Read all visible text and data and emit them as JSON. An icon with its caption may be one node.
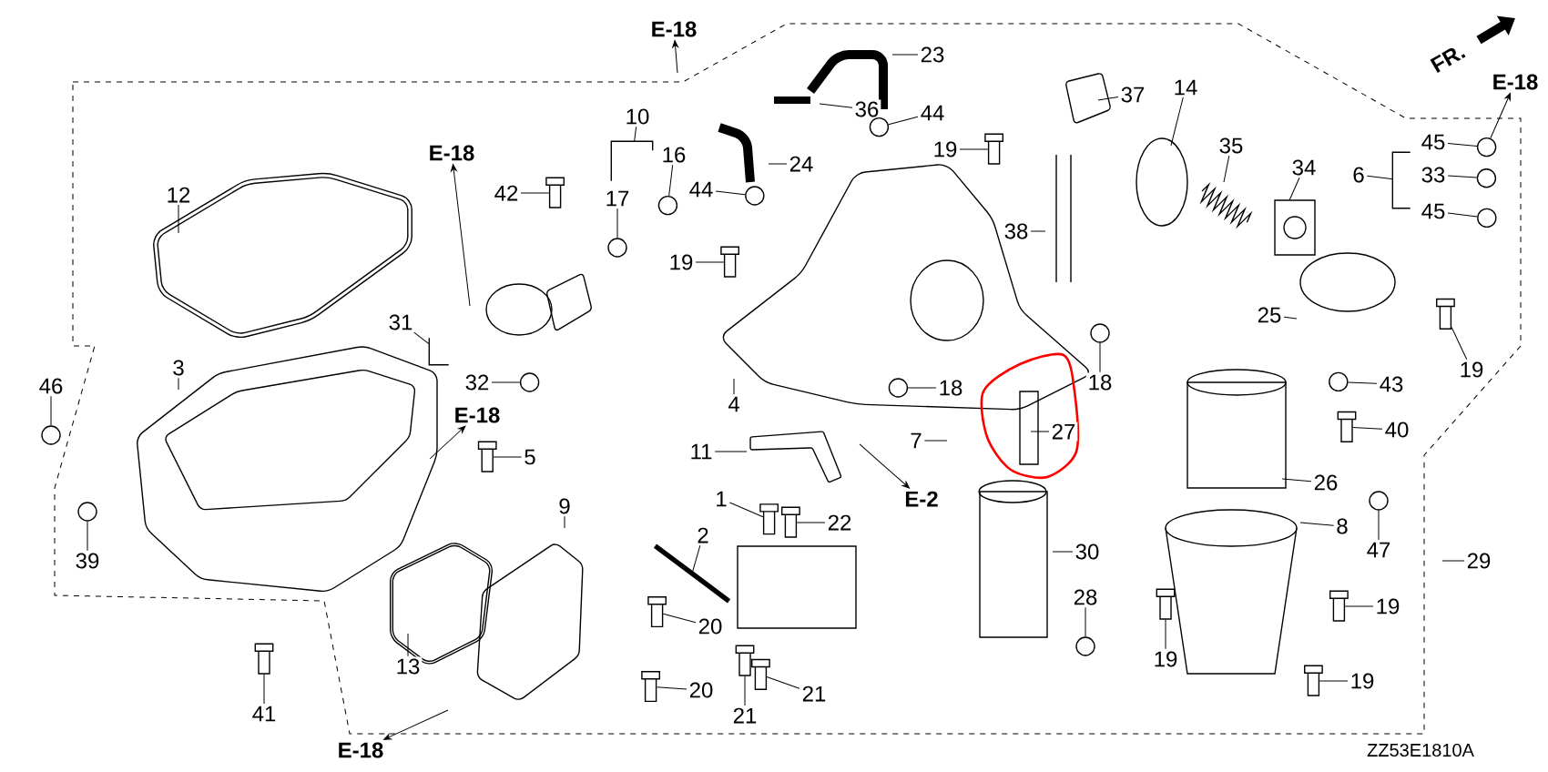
{
  "diagram": {
    "nodes": [
      {
        "text": [
          "E-18"
        ]
      },
      {
        "text": [
          "23"
        ]
      },
      {
        "text": [
          "36"
        ]
      },
      {
        "text": [
          "44"
        ]
      },
      {
        "text": [
          "37"
        ]
      },
      {
        "text": [
          "14"
        ]
      },
      {
        "text": [
          "E-18"
        ]
      },
      {
        "text": [
          "10"
        ]
      },
      {
        "text": [
          "35"
        ]
      },
      {
        "text": [
          "19"
        ]
      },
      {
        "text": [
          "24"
        ]
      },
      {
        "text": [
          "E-18"
        ]
      },
      {
        "text": [
          "34"
        ]
      },
      {
        "text": [
          "45"
        ]
      },
      {
        "text": [
          "6"
        ]
      },
      {
        "text": [
          "33"
        ]
      },
      {
        "text": [
          "16"
        ]
      },
      {
        "text": [
          "12"
        ]
      },
      {
        "text": [
          "42"
        ]
      },
      {
        "text": [
          "17"
        ]
      },
      {
        "text": [
          "44"
        ]
      },
      {
        "text": [
          "45"
        ]
      },
      {
        "text": [
          "38"
        ]
      },
      {
        "text": [
          "19"
        ]
      },
      {
        "text": [
          "25"
        ]
      },
      {
        "text": [
          "31"
        ]
      },
      {
        "text": [
          "19"
        ]
      },
      {
        "text": [
          "3"
        ]
      },
      {
        "text": [
          "32"
        ]
      },
      {
        "text": [
          "46"
        ]
      },
      {
        "text": [
          "43"
        ]
      },
      {
        "text": [
          "18"
        ]
      },
      {
        "text": [
          "18"
        ]
      },
      {
        "text": [
          "4"
        ]
      },
      {
        "text": [
          "E-18"
        ]
      },
      {
        "text": [
          "27"
        ]
      },
      {
        "text": [
          "40"
        ]
      },
      {
        "text": [
          "7"
        ]
      },
      {
        "text": [
          "11"
        ]
      },
      {
        "text": [
          "5"
        ]
      },
      {
        "text": [
          "26"
        ]
      },
      {
        "text": [
          "E-2"
        ]
      },
      {
        "text": [
          "1"
        ]
      },
      {
        "text": [
          "9"
        ]
      },
      {
        "text": [
          "8"
        ]
      },
      {
        "text": [
          "22"
        ]
      },
      {
        "text": [
          "2"
        ]
      },
      {
        "text": [
          "47"
        ]
      },
      {
        "text": [
          "30"
        ]
      },
      {
        "text": [
          "39"
        ]
      },
      {
        "text": [
          "29"
        ]
      },
      {
        "text": [
          "28"
        ]
      },
      {
        "text": [
          "19"
        ]
      },
      {
        "text": [
          "20"
        ]
      },
      {
        "text": [
          "19"
        ]
      },
      {
        "text": [
          "13"
        ]
      },
      {
        "text": [
          "19"
        ]
      },
      {
        "text": [
          "20"
        ]
      },
      {
        "text": [
          "21"
        ]
      },
      {
        "text": [
          "41"
        ]
      },
      {
        "text": [
          "21"
        ]
      },
      {
        "text": [
          "E-18"
        ]
      },
      {
        "text": [],
        "shape": "circle"
      },
      {
        "text": [],
        "shape": "bolt"
      },
      {
        "text": [],
        "shape": "circle"
      },
      {
        "text": [],
        "shape": "circle"
      },
      {
        "text": [],
        "shape": "circle"
      },
      {
        "text": [],
        "shape": "bolt"
      },
      {
        "text": [],
        "shape": "circle"
      },
      {
        "text": [],
        "shape": "circle"
      },
      {
        "text": [],
        "shape": "circle"
      },
      {
        "text": [],
        "shape": "bolt"
      },
      {
        "text": [],
        "shape": "bolt"
      },
      {
        "text": [],
        "shape": "circle"
      },
      {
        "text": [],
        "shape": "circle"
      },
      {
        "text": [],
        "shape": "circle"
      },
      {
        "text": [],
        "shape": "circle"
      },
      {
        "text": [],
        "shape": "circle"
      },
      {
        "text": [],
        "shape": "bolt"
      },
      {
        "text": [],
        "shape": "bolt"
      },
      {
        "text": [],
        "shape": "bolt"
      },
      {
        "text": [],
        "shape": "circle"
      },
      {
        "text": [],
        "shape": "circle"
      },
      {
        "text": [],
        "shape": "circle"
      },
      {
        "text": [],
        "shape": "bolt"
      },
      {
        "text": [],
        "shape": "bolt"
      },
      {
        "text": [],
        "shape": "bolt"
      },
      {
        "text": [],
        "shape": "bolt"
      },
      {
        "text": [],
        "shape": "bolt"
      },
      {
        "text": [],
        "shape": "bolt"
      },
      {
        "text": [],
        "shape": "bolt"
      },
      {
        "text": [],
        "shape": "bolt"
      },
      {
        "text": [],
        "shape": "bracket"
      },
      {
        "text": [],
        "shape": "bracket"
      },
      {
        "text": [],
        "shape": "bracket"
      },
      {
        "text": [],
        "shape": "bolt"
      },
      {
        "text": [],
        "shape": "bar"
      }
    ],
    "edges": [
      {
        "from": null,
        "to": 0,
        "arrow": "to"
      },
      {
        "from": 1,
        "to": null,
        "arrow": "none"
      },
      {
        "from": 2,
        "to": null,
        "arrow": "none"
      },
      {
        "from": 3,
        "to": 62,
        "arrow": "none"
      },
      {
        "from": 4,
        "to": null,
        "arrow": "none"
      },
      {
        "from": 5,
        "to": null,
        "arrow": "none"
      },
      {
        "from": 64,
        "to": 6,
        "arrow": "to"
      },
      {
        "from": 7,
        "to": 92,
        "arrow": "none"
      },
      {
        "from": 8,
        "to": null,
        "arrow": "none"
      },
      {
        "from": 9,
        "to": 63,
        "arrow": "none"
      },
      {
        "from": 10,
        "to": null,
        "arrow": "none"
      },
      {
        "from": null,
        "to": 11,
        "arrow": "to"
      },
      {
        "from": 12,
        "to": null,
        "arrow": "none"
      },
      {
        "from": 13,
        "to": 64,
        "arrow": "none"
      },
      {
        "from": 14,
        "to": 93,
        "arrow": "none"
      },
      {
        "from": 15,
        "to": 65,
        "arrow": "none"
      },
      {
        "from": 16,
        "to": 66,
        "arrow": "none"
      },
      {
        "from": 17,
        "to": null,
        "arrow": "none"
      },
      {
        "from": 18,
        "to": 67,
        "arrow": "none"
      },
      {
        "from": 19,
        "to": 68,
        "arrow": "none"
      },
      {
        "from": 20,
        "to": 69,
        "arrow": "none"
      },
      {
        "from": 21,
        "to": 70,
        "arrow": "none"
      },
      {
        "from": 22,
        "to": null,
        "arrow": "none"
      },
      {
        "from": 23,
        "to": 71,
        "arrow": "none"
      },
      {
        "from": 24,
        "to": null,
        "arrow": "none"
      },
      {
        "from": 25,
        "to": 94,
        "arrow": "none"
      },
      {
        "from": 26,
        "to": 72,
        "arrow": "none"
      },
      {
        "from": 27,
        "to": null,
        "arrow": "none"
      },
      {
        "from": 28,
        "to": 73,
        "arrow": "none"
      },
      {
        "from": 29,
        "to": 74,
        "arrow": "none"
      },
      {
        "from": 30,
        "to": 75,
        "arrow": "none"
      },
      {
        "from": 31,
        "to": 76,
        "arrow": "none"
      },
      {
        "from": 32,
        "to": 77,
        "arrow": "none"
      },
      {
        "from": 33,
        "to": null,
        "arrow": "none"
      },
      {
        "from": null,
        "to": 34,
        "arrow": "to"
      },
      {
        "from": 35,
        "to": null,
        "arrow": "none"
      },
      {
        "from": 36,
        "to": 78,
        "arrow": "none"
      },
      {
        "from": 37,
        "to": null,
        "arrow": "none"
      },
      {
        "from": 38,
        "to": null,
        "arrow": "none"
      },
      {
        "from": 39,
        "to": 95,
        "arrow": "none"
      },
      {
        "from": 40,
        "to": null,
        "arrow": "none"
      },
      {
        "from": null,
        "to": 41,
        "arrow": "to"
      },
      {
        "from": 42,
        "to": 79,
        "arrow": "none"
      },
      {
        "from": 43,
        "to": null,
        "arrow": "none"
      },
      {
        "from": 44,
        "to": null,
        "arrow": "none"
      },
      {
        "from": 45,
        "to": 80,
        "arrow": "none"
      },
      {
        "from": 46,
        "to": 96,
        "arrow": "none"
      },
      {
        "from": 47,
        "to": 81,
        "arrow": "none"
      },
      {
        "from": 48,
        "to": null,
        "arrow": "none"
      },
      {
        "from": 49,
        "to": 82,
        "arrow": "none"
      },
      {
        "from": 50,
        "to": null,
        "arrow": "none"
      },
      {
        "from": 51,
        "to": 83,
        "arrow": "none"
      },
      {
        "from": 52,
        "to": 84,
        "arrow": "none"
      },
      {
        "from": 53,
        "to": 85,
        "arrow": "none"
      },
      {
        "from": 54,
        "to": 86,
        "arrow": "none"
      },
      {
        "from": 55,
        "to": null,
        "arrow": "none"
      },
      {
        "from": 56,
        "to": 87,
        "arrow": "none"
      },
      {
        "from": 57,
        "to": 88,
        "arrow": "none"
      },
      {
        "from": 58,
        "to": 89,
        "arrow": "none"
      },
      {
        "from": 59,
        "to": 90,
        "arrow": "none"
      },
      {
        "from": 60,
        "to": 91,
        "arrow": "none"
      },
      {
        "from": null,
        "to": 61,
        "arrow": "to"
      }
    ],
    "labels": [
      "FR.",
      "ZZ53E1810A"
    ]
  }
}
